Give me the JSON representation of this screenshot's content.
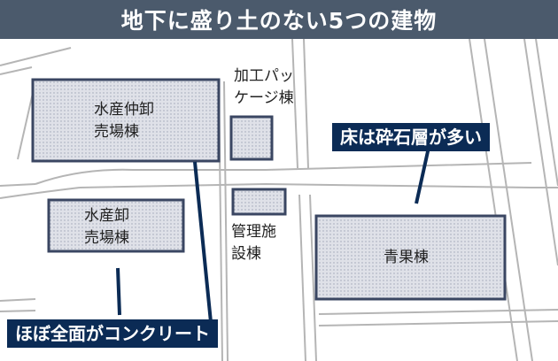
{
  "title": "地下に盛り土のない5つの建物",
  "buildings": {
    "naka_oroshi": [
      "水産仲卸",
      "売場棟"
    ],
    "kako_package": [
      "加工パッ",
      "ケージ棟"
    ],
    "suisan_oroshi": [
      "水産卸",
      "売場棟"
    ],
    "kanri_shisetsu": [
      "管理施",
      "設棟"
    ],
    "seika": [
      "青果棟"
    ]
  },
  "callouts": {
    "gravel": "床は砕石層が多い",
    "concrete": "ほぼ全面がコンクリート"
  },
  "colors": {
    "title_bg": "#4b5a6c",
    "callout_bg": "#0b2b55",
    "building_fill": "#dfe1e8",
    "building_stroke": "#3a4662",
    "road": "#b5b5b5"
  }
}
